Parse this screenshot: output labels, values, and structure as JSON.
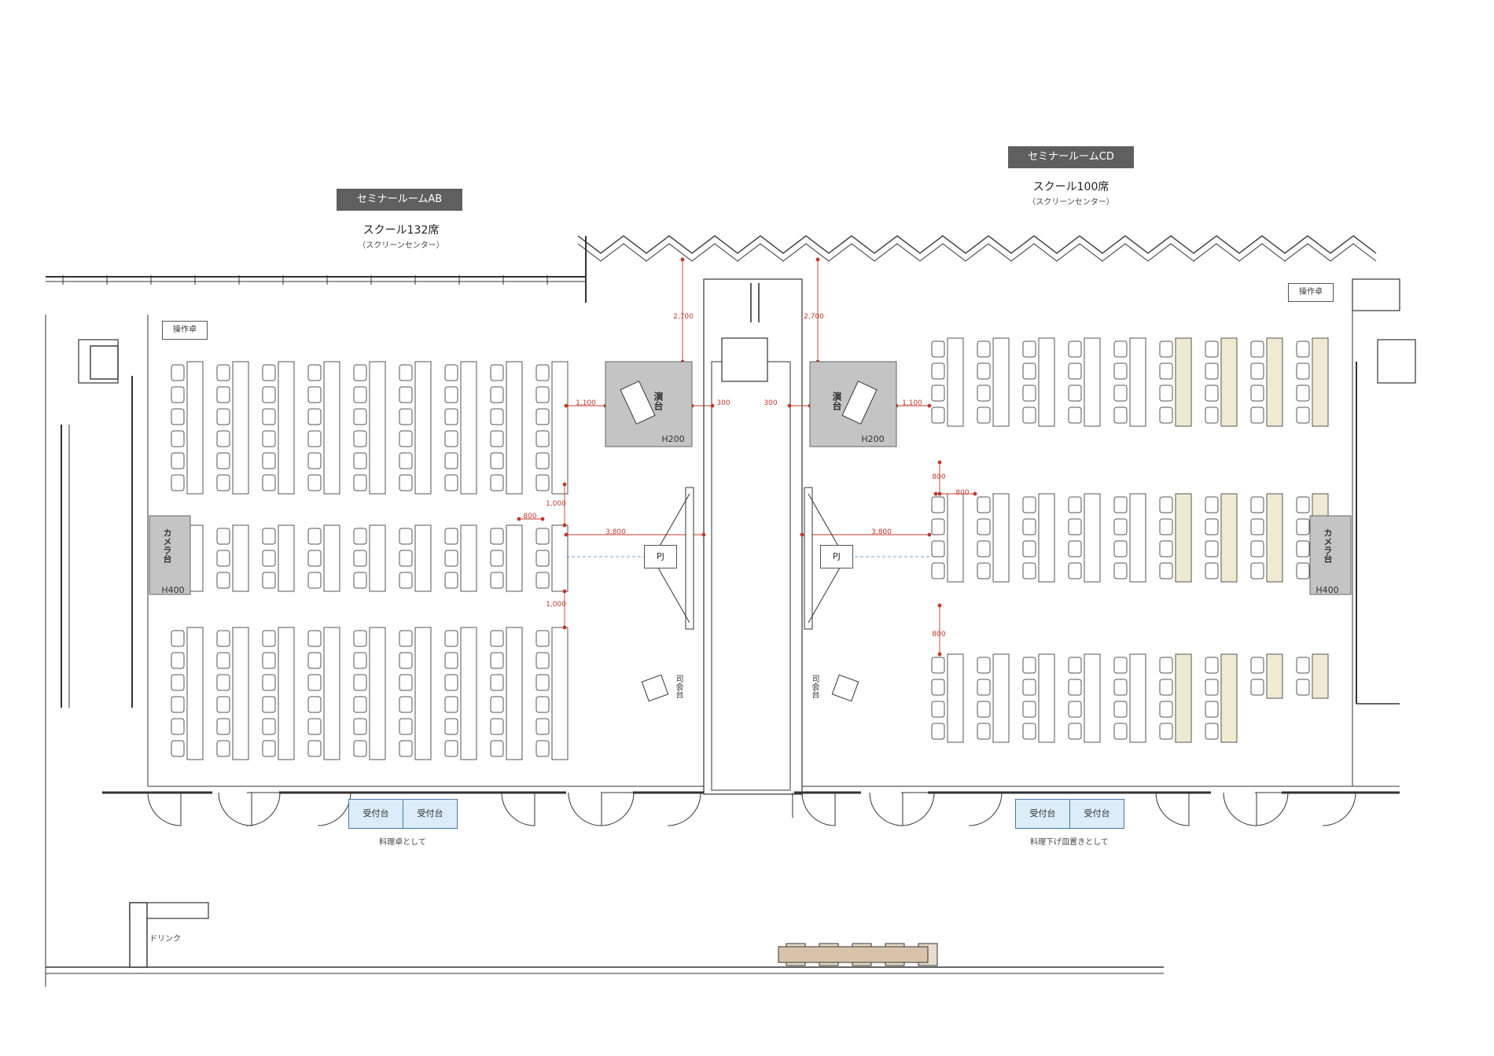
{
  "rooms": {
    "ab": {
      "name": "セミナールームAB",
      "layout": "スクール132席",
      "note": "（スクリーンセンター）",
      "console": "操作卓",
      "podium": "演台",
      "podium_height": "H200",
      "camera": "カメラ台",
      "camera_height": "H400",
      "projector": "PJ",
      "mc_stand": "司会台",
      "reception_1": "受付台",
      "reception_2": "受付台",
      "reception_note": "料理卓として"
    },
    "cd": {
      "name": "セミナールームCD",
      "layout": "スクール100席",
      "note": "（スクリーンセンター）",
      "console": "操作卓",
      "podium": "演台",
      "podium_height": "H200",
      "camera": "カメラ台",
      "camera_height": "H400",
      "projector": "PJ",
      "mc_stand": "司会台",
      "reception_1": "受付台",
      "reception_2": "受付台",
      "reception_note": "料理下げ皿置きとして"
    }
  },
  "dimensions": {
    "ab_wall_to_podium": "2,700",
    "cd_wall_to_podium": "2,700",
    "ab_table_to_podium": "1,100",
    "cd_table_to_podium": "1,100",
    "ab_podium_to_wall": "300",
    "cd_podium_to_wall": "300",
    "ab_aisle_1": "1,000",
    "ab_aisle_2": "1,000",
    "ab_row_gap": "800",
    "ab_to_screen": "3,800",
    "cd_to_screen": "3,800",
    "cd_aisle_1": "800",
    "cd_aisle_2": "800",
    "cd_row_gap": "800"
  },
  "foyer": {
    "drink": "ドリンク"
  },
  "colors": {
    "label_bg": "#5f5f5f",
    "podium_fill": "#c4c4c4",
    "reception_fill": "#dcecf8",
    "highlight_table": "#f1ead3",
    "dimension_red": "#c0392b",
    "screen_line": "#6aa5d8",
    "wall": "#333333"
  }
}
